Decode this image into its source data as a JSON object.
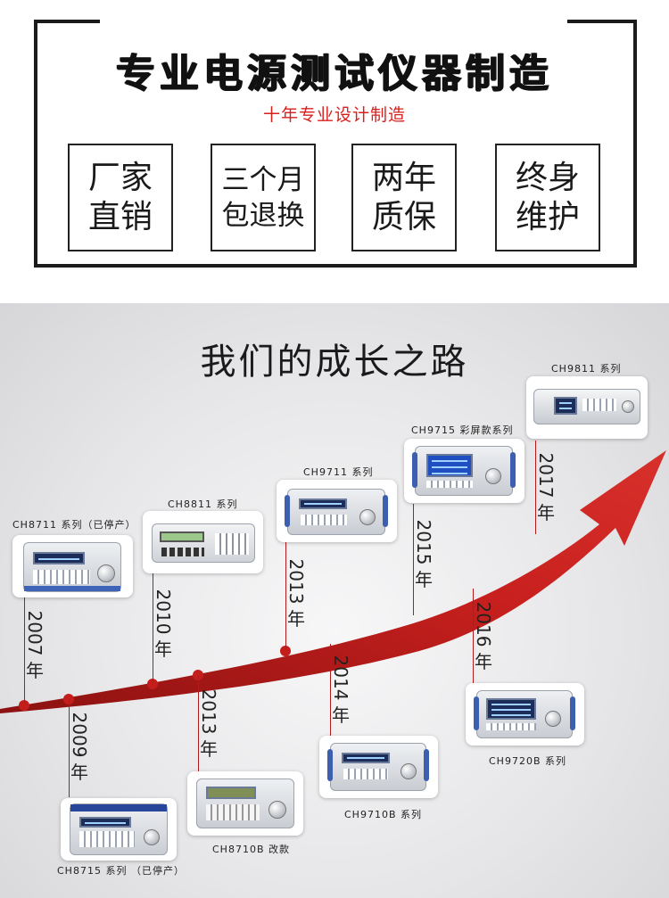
{
  "banner": {
    "headline": "专业电源测试仪器制造",
    "subline": "十年专业设计制造",
    "badges": [
      {
        "line1": "厂家",
        "line2": "直销"
      },
      {
        "line1": "三个月",
        "line2": "包退换"
      },
      {
        "line1": "两年",
        "line2": "质保"
      },
      {
        "line1": "终身",
        "line2": "维护"
      }
    ]
  },
  "timeline": {
    "title": "我们的成长之路",
    "nian": "年",
    "accent_color": "#c8201e",
    "milestones": [
      {
        "year": "2007",
        "product": "CH8711 系列（已停产）"
      },
      {
        "year": "2009",
        "product": "CH8715 系列 （已停产）"
      },
      {
        "year": "2010",
        "product": "CH8811 系列"
      },
      {
        "year": "2013",
        "product": "CH8710B 改款"
      },
      {
        "year": "2013",
        "product": "CH9711 系列"
      },
      {
        "year": "2014",
        "product": "CH9710B 系列"
      },
      {
        "year": "2015",
        "product": "CH9715 彩屏款系列"
      },
      {
        "year": "2016",
        "product": "CH9720B 系列"
      },
      {
        "year": "2017",
        "product": "CH9811 系列"
      }
    ]
  }
}
